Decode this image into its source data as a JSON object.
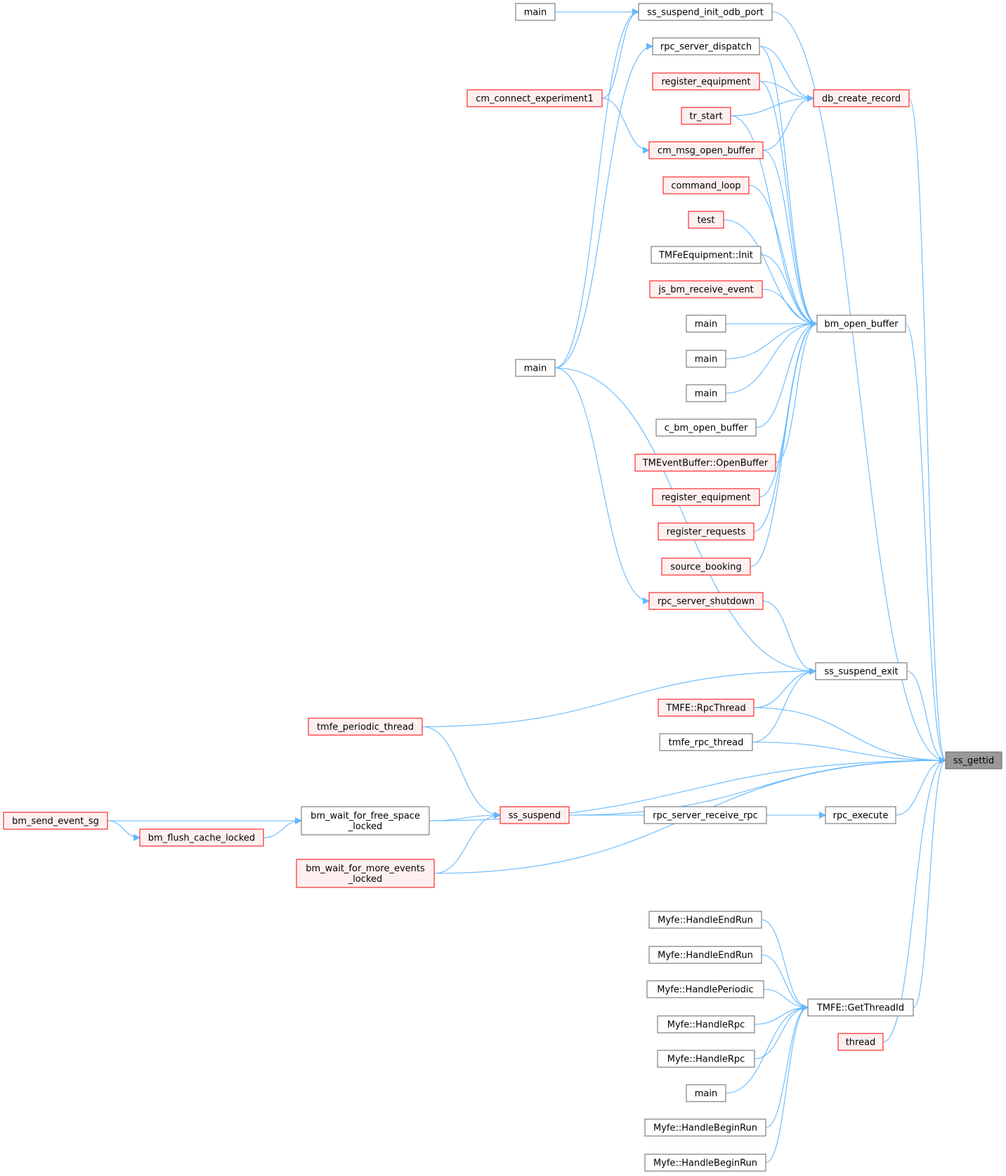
{
  "colors": {
    "edge": "#63b8ff",
    "normal_fill": "#ffffff",
    "normal_stroke": "#666666",
    "highlight_fill": "#fff0f0",
    "highlight_stroke": "#ff0000",
    "focus_fill": "#999999",
    "focus_stroke": "#666666"
  },
  "nodes": [
    {
      "id": "ss_gettid",
      "lines": [
        "ss_gettid"
      ],
      "style": "focus"
    },
    {
      "id": "main_a",
      "lines": [
        "main"
      ],
      "style": "normal"
    },
    {
      "id": "ss_suspend_init_odb_port",
      "lines": [
        "ss_suspend_init_odb_port"
      ],
      "style": "normal"
    },
    {
      "id": "rpc_server_dispatch",
      "lines": [
        "rpc_server_dispatch"
      ],
      "style": "normal"
    },
    {
      "id": "register_equipment_a",
      "lines": [
        "register_equipment"
      ],
      "style": "red"
    },
    {
      "id": "db_create_record",
      "lines": [
        "db_create_record"
      ],
      "style": "red"
    },
    {
      "id": "cm_connect_experiment1",
      "lines": [
        "cm_connect_experiment1"
      ],
      "style": "red"
    },
    {
      "id": "tr_start",
      "lines": [
        "tr_start"
      ],
      "style": "red"
    },
    {
      "id": "cm_msg_open_buffer",
      "lines": [
        "cm_msg_open_buffer"
      ],
      "style": "red"
    },
    {
      "id": "command_loop",
      "lines": [
        "command_loop"
      ],
      "style": "red"
    },
    {
      "id": "test",
      "lines": [
        "test"
      ],
      "style": "red"
    },
    {
      "id": "tmfe_init",
      "lines": [
        "TMFeEquipment::Init"
      ],
      "style": "normal"
    },
    {
      "id": "js_bm_receive_event",
      "lines": [
        "js_bm_receive_event"
      ],
      "style": "red"
    },
    {
      "id": "main_b",
      "lines": [
        "main"
      ],
      "style": "normal"
    },
    {
      "id": "bm_open_buffer",
      "lines": [
        "bm_open_buffer"
      ],
      "style": "normal"
    },
    {
      "id": "main_c",
      "lines": [
        "main"
      ],
      "style": "normal"
    },
    {
      "id": "main_d",
      "lines": [
        "main"
      ],
      "style": "normal"
    },
    {
      "id": "main_e",
      "lines": [
        "main"
      ],
      "style": "normal"
    },
    {
      "id": "c_bm_open_buffer",
      "lines": [
        "c_bm_open_buffer"
      ],
      "style": "normal"
    },
    {
      "id": "tmeventbuffer_openbuffer",
      "lines": [
        "TMEventBuffer::OpenBuffer"
      ],
      "style": "red"
    },
    {
      "id": "register_equipment_b",
      "lines": [
        "register_equipment"
      ],
      "style": "red"
    },
    {
      "id": "register_requests",
      "lines": [
        "register_requests"
      ],
      "style": "red"
    },
    {
      "id": "source_booking",
      "lines": [
        "source_booking"
      ],
      "style": "red"
    },
    {
      "id": "rpc_server_shutdown",
      "lines": [
        "rpc_server_shutdown"
      ],
      "style": "red"
    },
    {
      "id": "ss_suspend_exit",
      "lines": [
        "ss_suspend_exit"
      ],
      "style": "normal"
    },
    {
      "id": "tmfe_rpcthread",
      "lines": [
        "TMFE::RpcThread"
      ],
      "style": "red"
    },
    {
      "id": "tmfe_periodic_thread",
      "lines": [
        "tmfe_periodic_thread"
      ],
      "style": "red"
    },
    {
      "id": "tmfe_rpc_thread",
      "lines": [
        "tmfe_rpc_thread"
      ],
      "style": "normal"
    },
    {
      "id": "bm_send_event_sg",
      "lines": [
        "bm_send_event_sg"
      ],
      "style": "red"
    },
    {
      "id": "bm_wait_for_free_space_locked",
      "lines": [
        "bm_wait_for_free_space",
        "_locked"
      ],
      "style": "normal"
    },
    {
      "id": "ss_suspend",
      "lines": [
        "ss_suspend"
      ],
      "style": "red"
    },
    {
      "id": "rpc_server_receive_rpc",
      "lines": [
        "rpc_server_receive_rpc"
      ],
      "style": "normal"
    },
    {
      "id": "rpc_execute",
      "lines": [
        "rpc_execute"
      ],
      "style": "normal"
    },
    {
      "id": "bm_flush_cache_locked",
      "lines": [
        "bm_flush_cache_locked"
      ],
      "style": "red"
    },
    {
      "id": "bm_wait_for_more_events_locked",
      "lines": [
        "bm_wait_for_more_events",
        "_locked"
      ],
      "style": "red"
    },
    {
      "id": "myfe_handleendrun_a",
      "lines": [
        "Myfe::HandleEndRun"
      ],
      "style": "normal"
    },
    {
      "id": "myfe_handleendrun_b",
      "lines": [
        "Myfe::HandleEndRun"
      ],
      "style": "normal"
    },
    {
      "id": "myfe_handleperiodic",
      "lines": [
        "Myfe::HandlePeriodic"
      ],
      "style": "normal"
    },
    {
      "id": "tmfe_getthreadid",
      "lines": [
        "TMFE::GetThreadId"
      ],
      "style": "normal"
    },
    {
      "id": "myfe_handlerpc_a",
      "lines": [
        "Myfe::HandleRpc"
      ],
      "style": "normal"
    },
    {
      "id": "thread",
      "lines": [
        "thread"
      ],
      "style": "red"
    },
    {
      "id": "myfe_handlerpc_b",
      "lines": [
        "Myfe::HandleRpc"
      ],
      "style": "normal"
    },
    {
      "id": "main_f",
      "lines": [
        "main"
      ],
      "style": "normal"
    },
    {
      "id": "myfe_handlebeginrun_a",
      "lines": [
        "Myfe::HandleBeginRun"
      ],
      "style": "normal"
    },
    {
      "id": "myfe_handlebeginrun_b",
      "lines": [
        "Myfe::HandleBeginRun"
      ],
      "style": "normal"
    }
  ],
  "edges": [
    {
      "from": "ss_gettid",
      "to": "ss_suspend_init_odb_port"
    },
    {
      "from": "ss_gettid",
      "to": "db_create_record"
    },
    {
      "from": "ss_gettid",
      "to": "bm_open_buffer"
    },
    {
      "from": "ss_gettid",
      "to": "ss_suspend_exit"
    },
    {
      "from": "ss_gettid",
      "to": "tmfe_rpcthread"
    },
    {
      "from": "ss_gettid",
      "to": "tmfe_rpc_thread"
    },
    {
      "from": "ss_gettid",
      "to": "ss_suspend"
    },
    {
      "from": "ss_gettid",
      "to": "rpc_execute"
    },
    {
      "from": "ss_gettid",
      "to": "bm_wait_for_free_space_locked"
    },
    {
      "from": "ss_gettid",
      "to": "bm_wait_for_more_events_locked"
    },
    {
      "from": "ss_gettid",
      "to": "tmfe_getthreadid"
    },
    {
      "from": "ss_gettid",
      "to": "thread"
    },
    {
      "from": "ss_suspend_init_odb_port",
      "to": "main_a"
    },
    {
      "from": "ss_suspend_init_odb_port",
      "to": "cm_connect_experiment1"
    },
    {
      "from": "ss_suspend_init_odb_port",
      "to": "main_b"
    },
    {
      "from": "db_create_record",
      "to": "rpc_server_dispatch"
    },
    {
      "from": "db_create_record",
      "to": "register_equipment_a"
    },
    {
      "from": "db_create_record",
      "to": "tr_start"
    },
    {
      "from": "db_create_record",
      "to": "cm_msg_open_buffer"
    },
    {
      "from": "bm_open_buffer",
      "to": "rpc_server_dispatch"
    },
    {
      "from": "bm_open_buffer",
      "to": "register_equipment_a"
    },
    {
      "from": "bm_open_buffer",
      "to": "tr_start"
    },
    {
      "from": "bm_open_buffer",
      "to": "cm_msg_open_buffer"
    },
    {
      "from": "bm_open_buffer",
      "to": "command_loop"
    },
    {
      "from": "bm_open_buffer",
      "to": "test"
    },
    {
      "from": "bm_open_buffer",
      "to": "tmfe_init"
    },
    {
      "from": "bm_open_buffer",
      "to": "js_bm_receive_event"
    },
    {
      "from": "bm_open_buffer",
      "to": "main_c"
    },
    {
      "from": "bm_open_buffer",
      "to": "main_d"
    },
    {
      "from": "bm_open_buffer",
      "to": "main_e"
    },
    {
      "from": "bm_open_buffer",
      "to": "c_bm_open_buffer"
    },
    {
      "from": "bm_open_buffer",
      "to": "tmeventbuffer_openbuffer"
    },
    {
      "from": "bm_open_buffer",
      "to": "register_equipment_b"
    },
    {
      "from": "bm_open_buffer",
      "to": "register_requests"
    },
    {
      "from": "bm_open_buffer",
      "to": "source_booking"
    },
    {
      "from": "cm_msg_open_buffer",
      "to": "cm_connect_experiment1"
    },
    {
      "from": "rpc_server_dispatch",
      "to": "main_b"
    },
    {
      "from": "rpc_server_shutdown",
      "to": "main_b"
    },
    {
      "from": "ss_suspend_exit",
      "to": "rpc_server_shutdown"
    },
    {
      "from": "ss_suspend_exit",
      "to": "main_b"
    },
    {
      "from": "ss_suspend_exit",
      "to": "tmfe_rpcthread"
    },
    {
      "from": "ss_suspend_exit",
      "to": "tmfe_periodic_thread"
    },
    {
      "from": "ss_suspend_exit",
      "to": "tmfe_rpc_thread"
    },
    {
      "from": "ss_suspend",
      "to": "tmfe_periodic_thread"
    },
    {
      "from": "ss_suspend",
      "to": "rpc_server_receive_rpc"
    },
    {
      "from": "ss_suspend",
      "to": "bm_wait_for_free_space_locked"
    },
    {
      "from": "ss_suspend",
      "to": "bm_wait_for_more_events_locked"
    },
    {
      "from": "rpc_execute",
      "to": "rpc_server_receive_rpc"
    },
    {
      "from": "bm_wait_for_free_space_locked",
      "to": "bm_send_event_sg"
    },
    {
      "from": "bm_wait_for_free_space_locked",
      "to": "bm_flush_cache_locked"
    },
    {
      "from": "bm_flush_cache_locked",
      "to": "bm_send_event_sg"
    },
    {
      "from": "tmfe_getthreadid",
      "to": "myfe_handleendrun_a"
    },
    {
      "from": "tmfe_getthreadid",
      "to": "myfe_handleendrun_b"
    },
    {
      "from": "tmfe_getthreadid",
      "to": "myfe_handleperiodic"
    },
    {
      "from": "tmfe_getthreadid",
      "to": "myfe_handlerpc_a"
    },
    {
      "from": "tmfe_getthreadid",
      "to": "myfe_handlerpc_b"
    },
    {
      "from": "tmfe_getthreadid",
      "to": "main_f"
    },
    {
      "from": "tmfe_getthreadid",
      "to": "myfe_handlebeginrun_a"
    },
    {
      "from": "tmfe_getthreadid",
      "to": "myfe_handlebeginrun_b"
    }
  ]
}
